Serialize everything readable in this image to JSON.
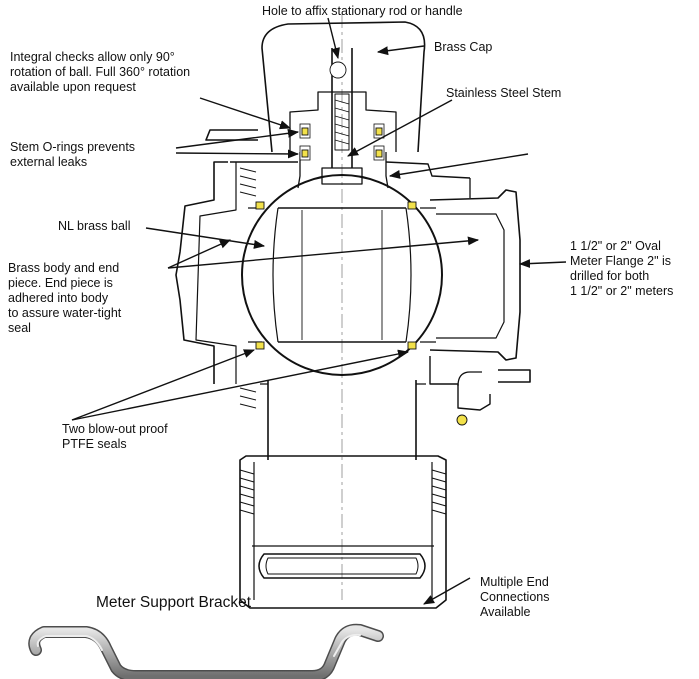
{
  "labels": {
    "hole": "Hole to affix stationary rod or handle",
    "brass_cap": "Brass Cap",
    "integral_checks": "Integral checks allow only 90°\nrotation of ball. Full 360° rotation\navailable upon request",
    "stainless_stem": "Stainless Steel Stem",
    "stem_orings": "Stem O-rings prevents\nexternal leaks",
    "nl_ball": "NL brass ball",
    "oval_flange": "1 1/2\" or 2\" Oval\nMeter Flange 2\" is\ndrilled for both\n1 1/2\" or 2\" meters",
    "brass_body": "Brass body and end\npiece. End piece is\nadhered into body\nto assure water-tight\nseal",
    "ptfe_seals": "Two blow-out proof\nPTFE seals",
    "end_connections": "Multiple End\nConnections\nAvailable",
    "bracket_title": "Meter Support Bracket"
  },
  "colors": {
    "line": "#111111",
    "seal_yellow": "#f2e14a",
    "bracket_metal": "#a9a9a9"
  }
}
